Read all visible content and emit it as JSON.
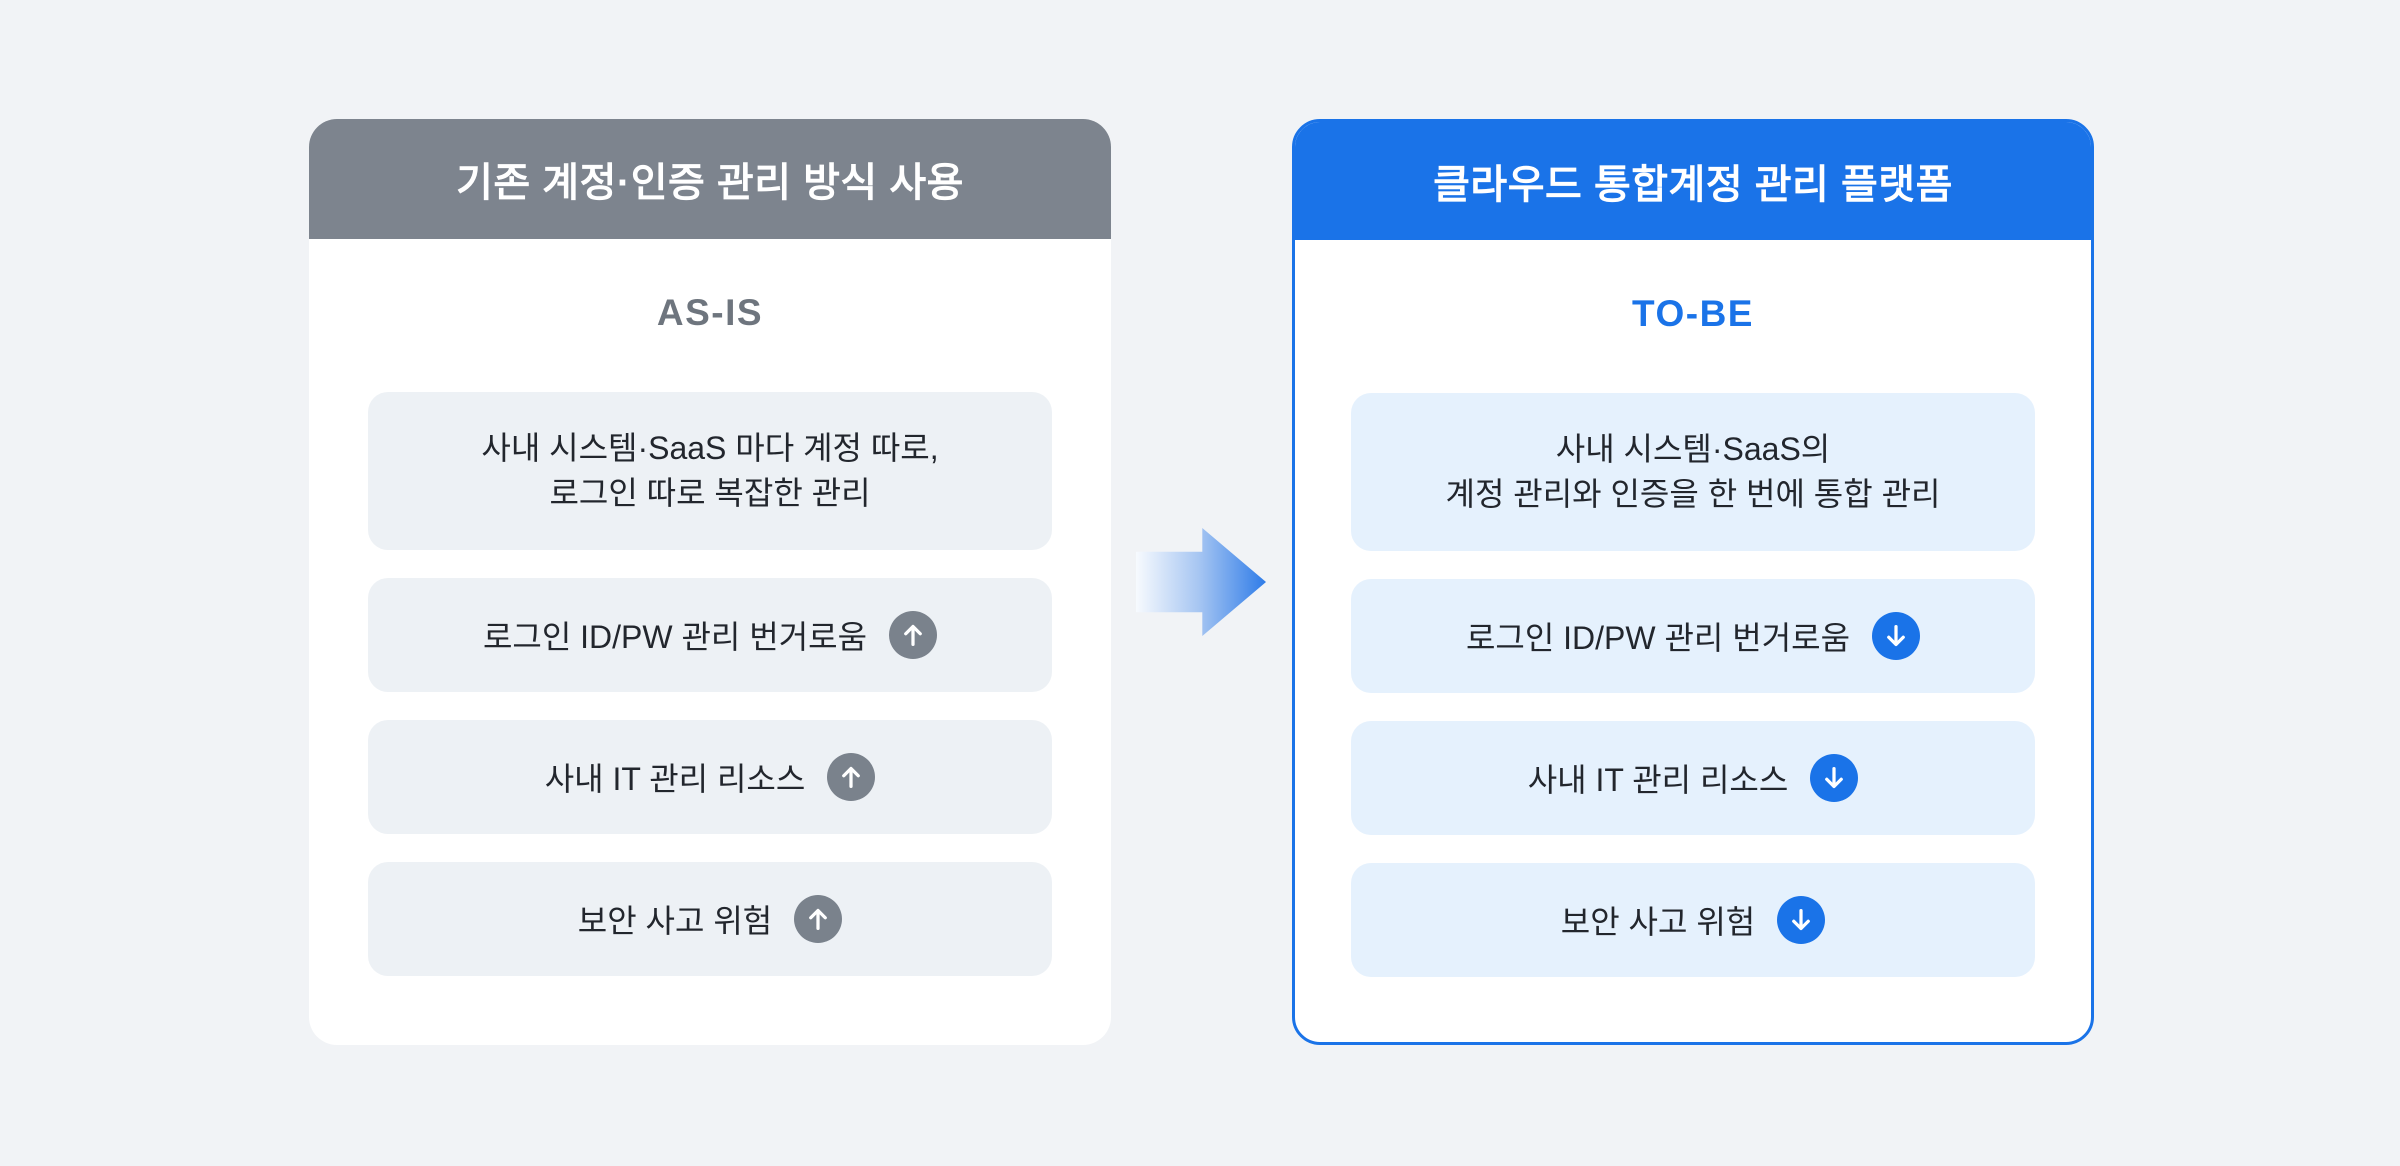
{
  "colors": {
    "page_bg": "#F1F3F6",
    "asis_header_bg": "#7D848E",
    "asis_phase": "#6E757E",
    "asis_box_bg": "#EDF1F5",
    "asis_circle": "#7A828C",
    "tobe_accent": "#1A73E8",
    "tobe_box_bg": "#E5F1FD",
    "text_dark": "#22262D",
    "arrow_grad_start": "#F7FAFE",
    "arrow_grad_mid": "#A7C6F2",
    "arrow_grad_end": "#2F7CE8"
  },
  "as_is": {
    "header": "기존 계정·인증 관리 방식 사용",
    "phase_label": "AS-IS",
    "boxes": [
      {
        "lines": [
          "사내 시스템·SaaS 마다 계정 따로,",
          "로그인 따로 복잡한 관리"
        ],
        "icon": "none"
      },
      {
        "lines": [
          "로그인 ID/PW 관리 번거로움"
        ],
        "icon": "arrow-up-circle"
      },
      {
        "lines": [
          "사내 IT 관리 리소스"
        ],
        "icon": "arrow-up-circle"
      },
      {
        "lines": [
          "보안 사고 위험"
        ],
        "icon": "arrow-up-circle"
      }
    ]
  },
  "to_be": {
    "header": "클라우드 통합계정 관리 플랫폼",
    "phase_label": "TO-BE",
    "boxes": [
      {
        "lines": [
          "사내 시스템·SaaS의",
          "계정 관리와 인증을 한 번에 통합 관리"
        ],
        "icon": "none"
      },
      {
        "lines": [
          "로그인 ID/PW 관리 번거로움"
        ],
        "icon": "arrow-down-circle"
      },
      {
        "lines": [
          "사내 IT 관리 리소스"
        ],
        "icon": "arrow-down-circle"
      },
      {
        "lines": [
          "보안 사고 위험"
        ],
        "icon": "arrow-down-circle"
      }
    ]
  },
  "flow": {
    "direction": "as-is-to-to-be",
    "icon": "right-arrow"
  }
}
